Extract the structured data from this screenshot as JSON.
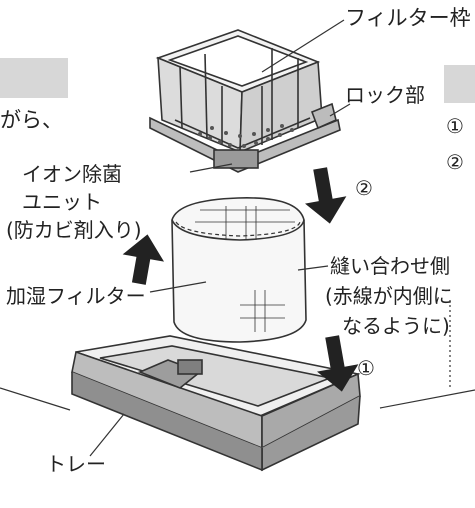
{
  "labels": {
    "filter_frame": "フィルター枠",
    "lock_part": "ロック部",
    "ion_unit_line1": "イオン除菌",
    "ion_unit_line2": "ユニット",
    "ion_unit_line3": "(防カビ剤入り)",
    "humid_filter": "加湿フィルター",
    "seam_line1": "縫い合わせ側",
    "seam_line2": "(赤線が内側に",
    "seam_line3": "なるように)",
    "tray": "トレー",
    "step1_marker": "①",
    "step2_marker": "②",
    "partial_text_left": "がら、",
    "partial_right_1": "①",
    "partial_right_2": "②"
  },
  "colors": {
    "panel_gray": "#d7d7d7",
    "line": "#333333",
    "part_fill": "#e6e6e6",
    "part_dark": "#8a8a8a"
  }
}
